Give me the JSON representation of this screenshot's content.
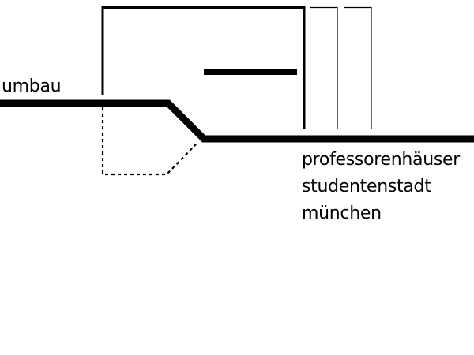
{
  "label": "umbau",
  "title_lines": [
    "professorenhäuser",
    "studentenstadt",
    "münchen"
  ],
  "colors": {
    "line": "#000000",
    "background": "#ffffff"
  }
}
